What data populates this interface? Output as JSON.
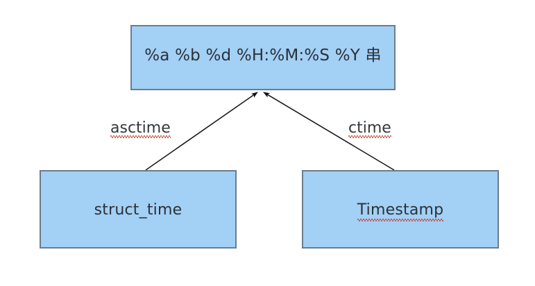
{
  "diagram": {
    "type": "flow-diagram",
    "background_color": "#ffffff",
    "node_fill_color": "#a3d0f5",
    "node_border_color": "#6b7c8c",
    "text_color": "#2b3138",
    "edge_color": "#1a1a1a",
    "spellcheck_underline_color": "#c0392b",
    "nodes": [
      {
        "id": "format-string",
        "label": "%a %b %d %H:%M:%S %Y 串",
        "spellchecked": false
      },
      {
        "id": "struct-time",
        "label": "struct_time",
        "spellchecked": false
      },
      {
        "id": "timestamp",
        "label": "Timestamp",
        "spellchecked": true
      }
    ],
    "edges": [
      {
        "id": "asctime",
        "label": "asctime",
        "from": "struct-time",
        "to": "format-string",
        "spellchecked": true,
        "arrowhead": "filled-triangle"
      },
      {
        "id": "ctime",
        "label": "ctime",
        "from": "timestamp",
        "to": "format-string",
        "spellchecked": true,
        "arrowhead": "filled-triangle"
      }
    ]
  }
}
